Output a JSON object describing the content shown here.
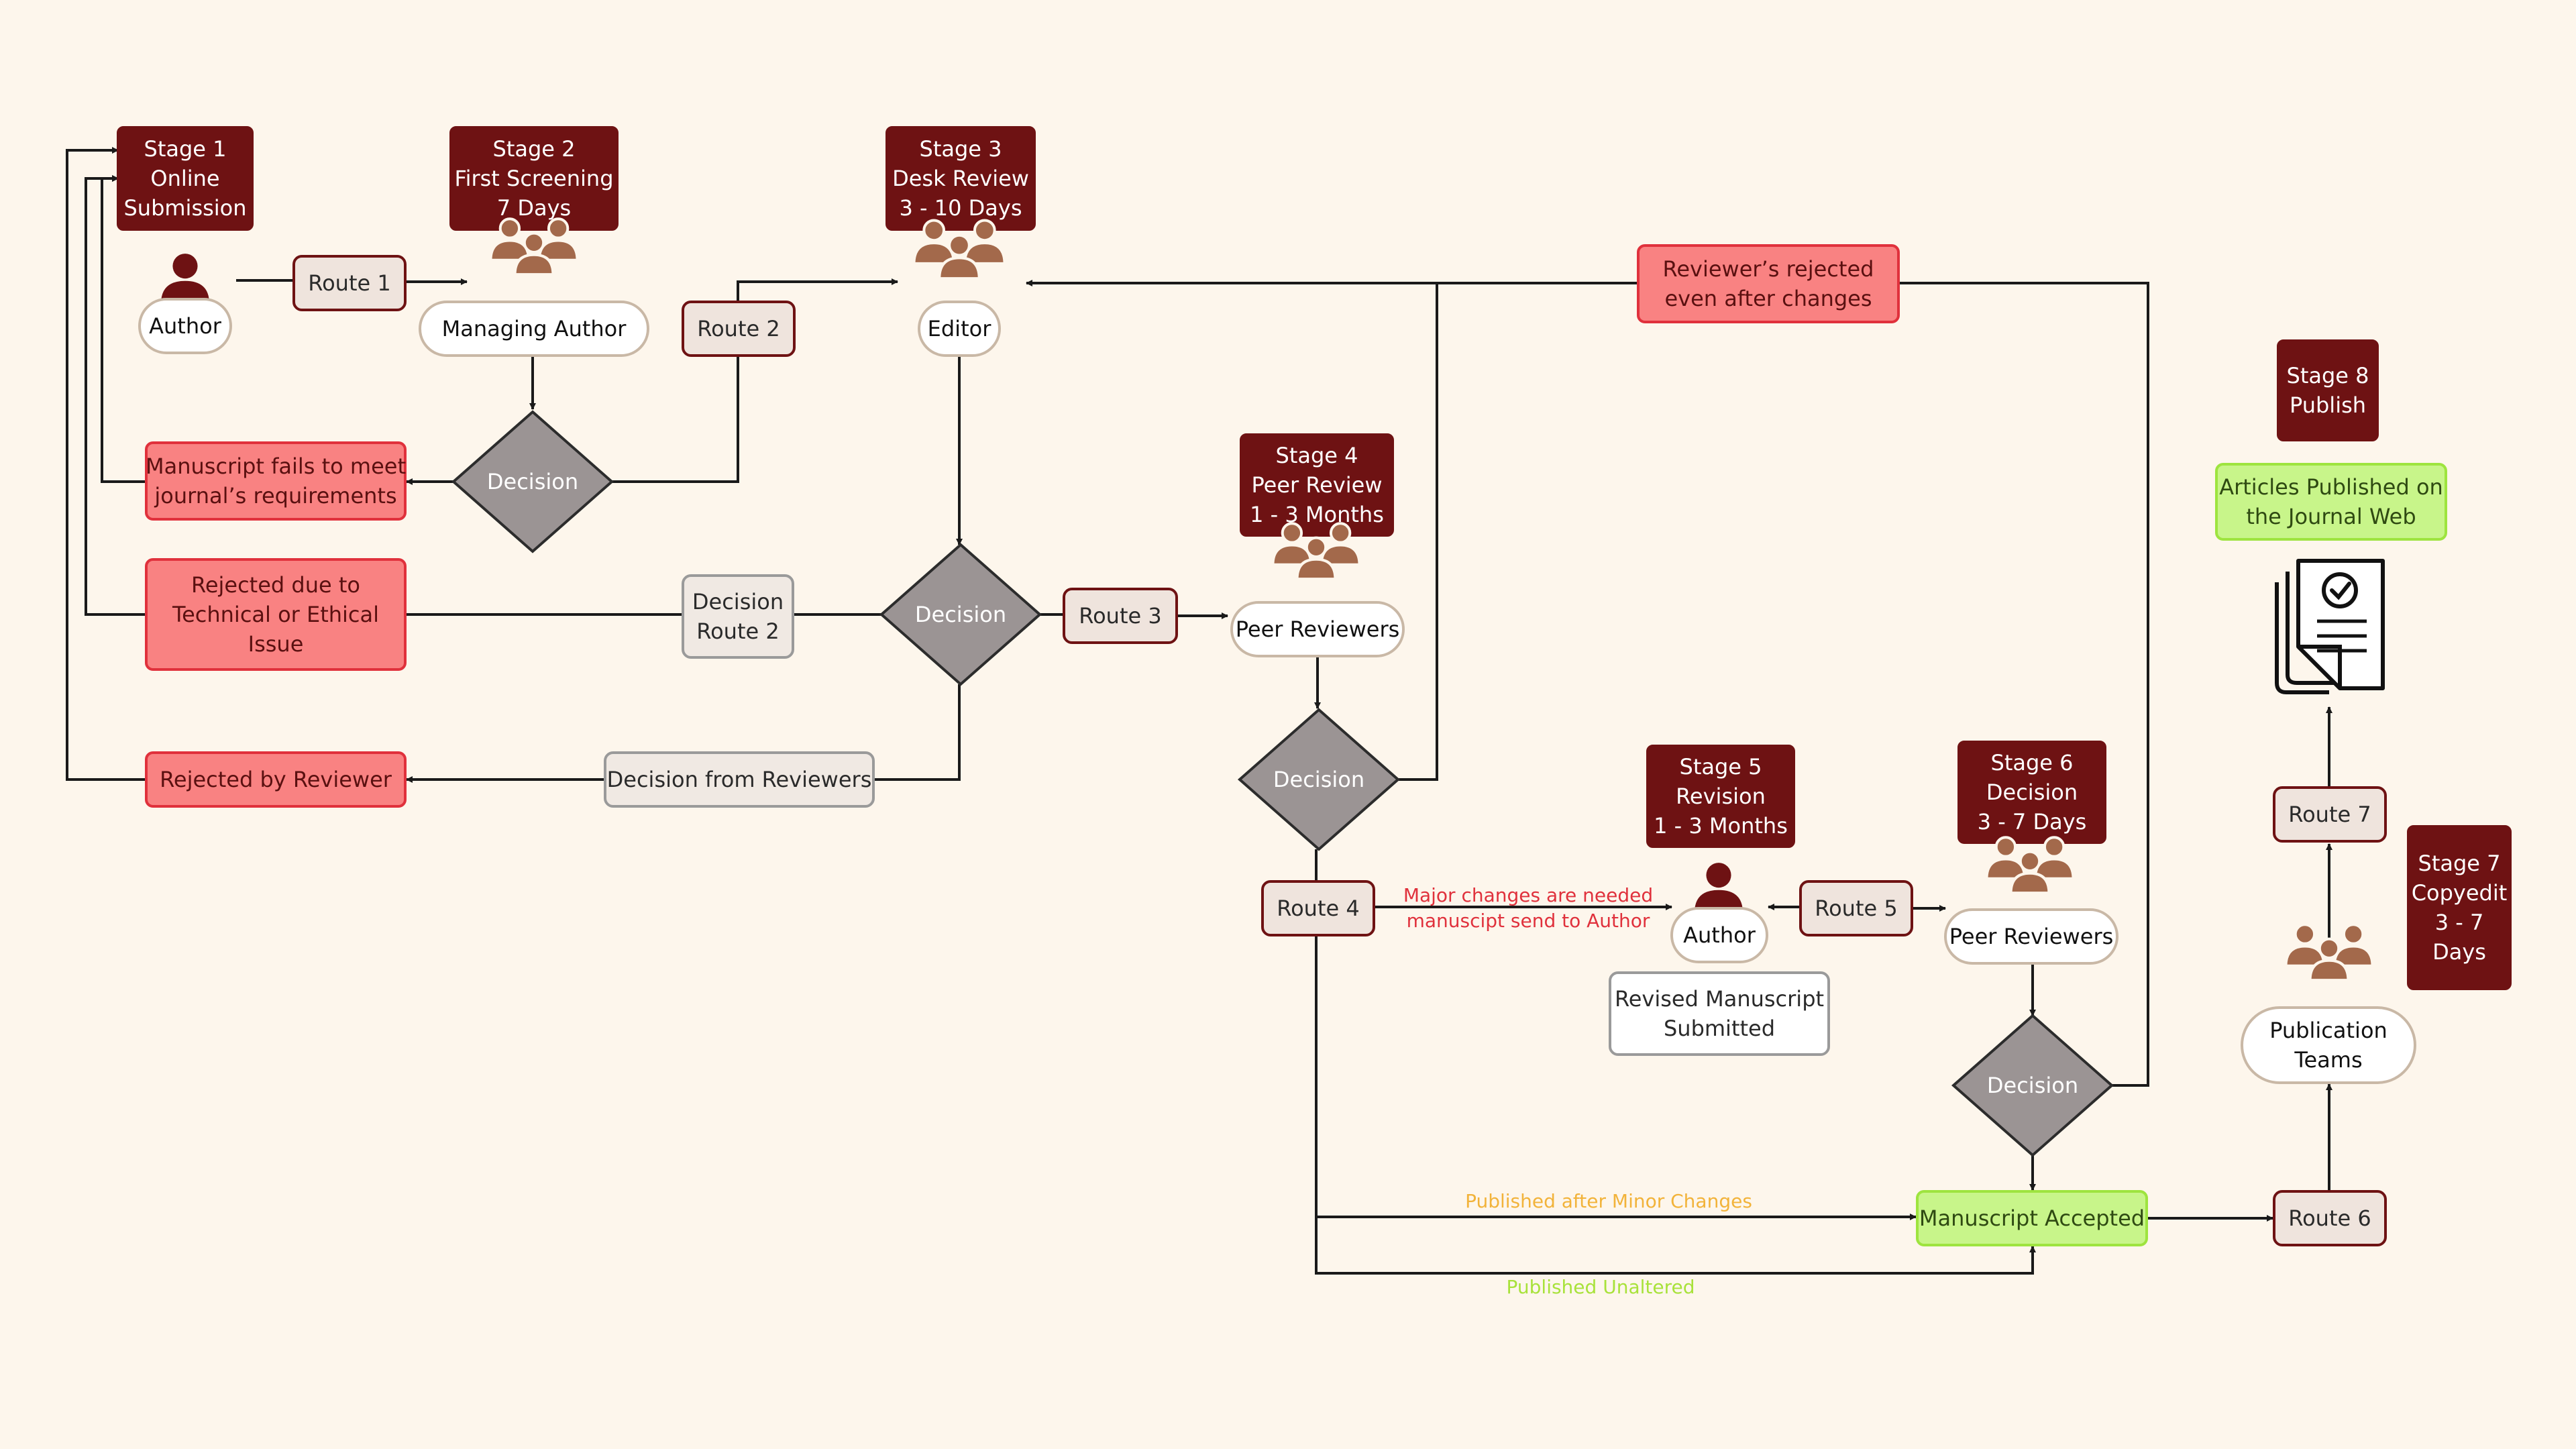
{
  "colors": {
    "background": "#fdf6ec",
    "stage_fill": "#6e1213",
    "stage_text": "#ffffff",
    "route_fill": "#efe4dd",
    "route_stroke": "#6e1213",
    "label_fill": "#f0e9e3",
    "label_stroke": "#9a9a9a",
    "reject_fill": "#f98282",
    "reject_stroke": "#e0313c",
    "accept_fill": "#c8f58a",
    "accept_stroke": "#9ee43f",
    "decision_fill": "#9b9494",
    "decision_stroke": "#2c2c2c",
    "person_dark": "#6e1213",
    "person_brown": "#a3694b",
    "edge": "#1a1a1a",
    "text_red": "#e0313c",
    "text_orange": "#f2b33a",
    "text_green": "#a8e23a"
  },
  "stages": [
    {
      "id": "s1",
      "lines": [
        "Stage 1",
        "Online",
        "Submission"
      ]
    },
    {
      "id": "s2",
      "lines": [
        "Stage 2",
        "First Screening",
        "7 Days"
      ]
    },
    {
      "id": "s3",
      "lines": [
        "Stage 3",
        "Desk Review",
        "3 - 10 Days"
      ]
    },
    {
      "id": "s4",
      "lines": [
        "Stage 4",
        "Peer Review",
        "1 - 3 Months"
      ]
    },
    {
      "id": "s5",
      "lines": [
        "Stage 5",
        "Revision",
        "1 - 3 Months"
      ]
    },
    {
      "id": "s6",
      "lines": [
        "Stage 6",
        "Decision",
        "3 - 7 Days"
      ]
    },
    {
      "id": "s7",
      "lines": [
        "Stage 7",
        "Copyedit",
        "3 - 7",
        "Days"
      ]
    },
    {
      "id": "s8",
      "lines": [
        "Stage 8",
        "Publish"
      ]
    }
  ],
  "actors": [
    {
      "id": "author1",
      "icon": "single-person-icon",
      "lines": [
        "Author"
      ]
    },
    {
      "id": "managing",
      "icon": "group-icon",
      "lines": [
        "Managing Author"
      ]
    },
    {
      "id": "editor",
      "icon": "group-icon",
      "lines": [
        "Editor"
      ]
    },
    {
      "id": "peer1",
      "icon": "group-icon",
      "lines": [
        "Peer Reviewers"
      ]
    },
    {
      "id": "author2",
      "icon": "single-person-icon",
      "lines": [
        "Author"
      ]
    },
    {
      "id": "peer2",
      "icon": "group-icon",
      "lines": [
        "Peer Reviewers"
      ]
    },
    {
      "id": "pubteams",
      "icon": "group-icon",
      "lines": [
        "Publication",
        "Teams"
      ]
    }
  ],
  "routes": [
    {
      "id": "r1",
      "lines": [
        "Route 1"
      ]
    },
    {
      "id": "r2",
      "lines": [
        "Route 2"
      ]
    },
    {
      "id": "r3",
      "lines": [
        "Route 3"
      ]
    },
    {
      "id": "r4",
      "lines": [
        "Route 4"
      ]
    },
    {
      "id": "r5",
      "lines": [
        "Route 5"
      ]
    },
    {
      "id": "r6",
      "lines": [
        "Route 6"
      ]
    },
    {
      "id": "r7",
      "lines": [
        "Route 7"
      ]
    }
  ],
  "decisions": [
    {
      "id": "d1",
      "label": "Decision"
    },
    {
      "id": "d2",
      "label": "Decision"
    },
    {
      "id": "d3",
      "label": "Decision"
    },
    {
      "id": "d4",
      "label": "Decision"
    }
  ],
  "rejections": [
    {
      "id": "rej1",
      "lines": [
        "Manuscript fails to meet",
        "journal’s requirements"
      ]
    },
    {
      "id": "rej2",
      "lines": [
        "Rejected due to",
        "Technical or Ethical",
        "Issue"
      ]
    },
    {
      "id": "rej3",
      "lines": [
        "Rejected by Reviewer"
      ]
    },
    {
      "id": "rej4",
      "lines": [
        "Reviewer’s rejected",
        "even after changes"
      ]
    }
  ],
  "labels": [
    {
      "id": "dr2",
      "lines": [
        "Decision",
        "Route 2"
      ]
    },
    {
      "id": "dfr",
      "lines": [
        "Decision from Reviewers"
      ]
    },
    {
      "id": "revised",
      "lines": [
        "Revised Manuscript",
        "Submitted"
      ]
    }
  ],
  "accepts": [
    {
      "id": "accepted",
      "lines": [
        "Manuscript Accepted"
      ]
    },
    {
      "id": "published",
      "lines": [
        "Articles Published on",
        "the Journal Web"
      ]
    }
  ],
  "edge_labels": [
    {
      "id": "major",
      "lines": [
        "Major changes are needed",
        "manuscipt send to Author"
      ],
      "color": "text_red"
    },
    {
      "id": "minor",
      "lines": [
        "Published after Minor Changes"
      ],
      "color": "text_orange"
    },
    {
      "id": "unaltered",
      "lines": [
        "Published Unaltered"
      ],
      "color": "text_green"
    }
  ],
  "icons": [
    {
      "id": "doc",
      "name": "published-document-icon"
    }
  ]
}
